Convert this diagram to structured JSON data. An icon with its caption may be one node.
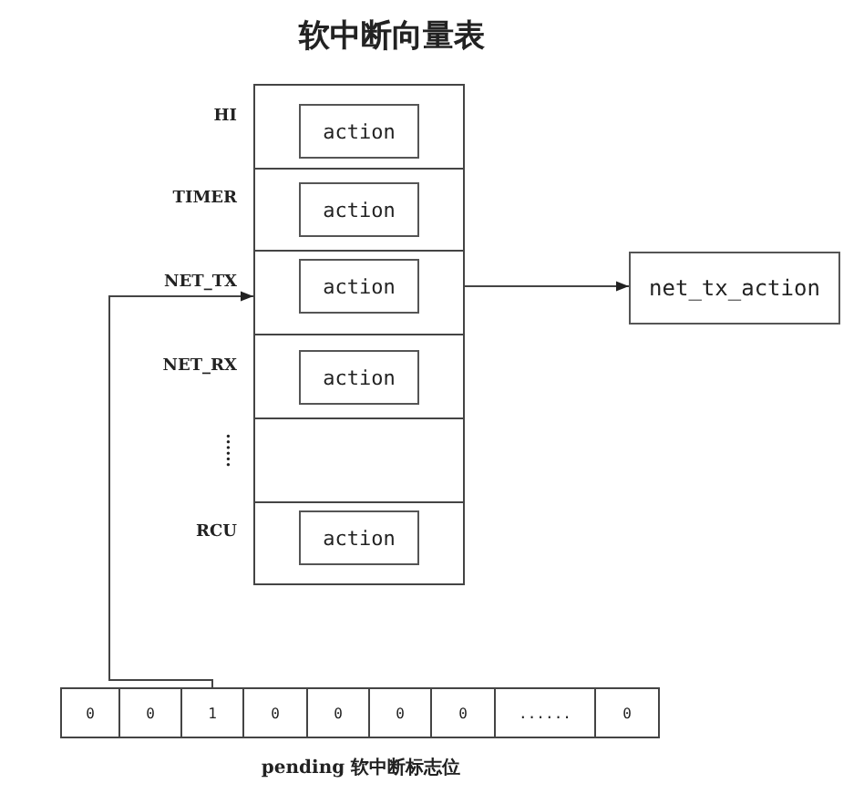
{
  "diagram": {
    "title": "软中断向量表",
    "nodes": [
      {
        "text": [
          "HI"
        ]
      },
      {
        "text": [
          "action"
        ],
        "in": 0
      },
      {
        "text": [
          "TIMER"
        ]
      },
      {
        "text": [
          "action"
        ],
        "in": 2
      },
      {
        "text": [
          "NET_TX"
        ]
      },
      {
        "text": [
          "action"
        ],
        "in": 4
      },
      {
        "text": [
          "NET_RX"
        ]
      },
      {
        "text": [
          "action"
        ],
        "in": 6
      },
      {
        "text": [
          "......"
        ]
      },
      {
        "text": [
          "RCU"
        ]
      },
      {
        "text": [
          "action"
        ],
        "in": 9
      },
      {
        "text": [
          "net_tx_action"
        ]
      },
      {
        "text": [
          "pending 软中断标志位"
        ]
      },
      {
        "text": [
          "0"
        ],
        "in": 12
      },
      {
        "text": [
          "0"
        ],
        "in": 12
      },
      {
        "text": [
          "1"
        ],
        "in": 12
      },
      {
        "text": [
          "0"
        ],
        "in": 12
      },
      {
        "text": [
          "0"
        ],
        "in": 12
      },
      {
        "text": [
          "0"
        ],
        "in": 12
      },
      {
        "text": [
          "0"
        ],
        "in": 12
      },
      {
        "text": [
          "......"
        ],
        "in": 12
      },
      {
        "text": [
          "0"
        ],
        "in": 12
      }
    ],
    "edges": [
      {
        "from": 5,
        "to": 11,
        "arrow": "to"
      },
      {
        "from": 15,
        "to": 4,
        "arrow": "to"
      }
    ]
  }
}
